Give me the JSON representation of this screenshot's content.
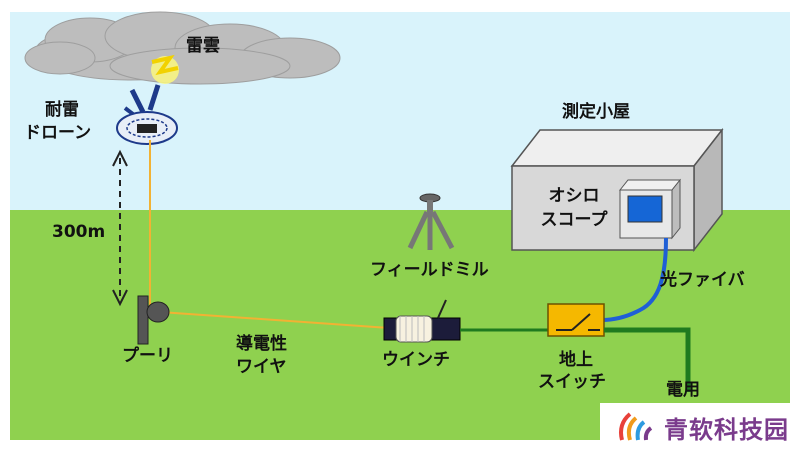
{
  "labels": {
    "cloud": "雷雲",
    "drone_line1": "耐雷",
    "drone_line2": "ドローン",
    "distance": "300m",
    "pulley": "プーリ",
    "wire_line1": "導電性",
    "wire_line2": "ワイヤ",
    "winch": "ウインチ",
    "field_mill": "フィールドミル",
    "hut": "測定小屋",
    "scope_line1": "オシロ",
    "scope_line2": "スコープ",
    "fiber": "光ファイバ",
    "switch_line1": "地上",
    "switch_line2": "スイッチ",
    "ground": "電用"
  },
  "watermark": {
    "text": "青软科技园"
  },
  "colors": {
    "sky": "#d9f3fb",
    "grass": "#8fd14f",
    "cloud": "#bdbdbd",
    "wire": "#f2b233",
    "fiber": "#1f5fd6",
    "ground_wire": "#1f7a1f",
    "switch_box": "#f5b800",
    "hut": "#d8d8d8"
  }
}
